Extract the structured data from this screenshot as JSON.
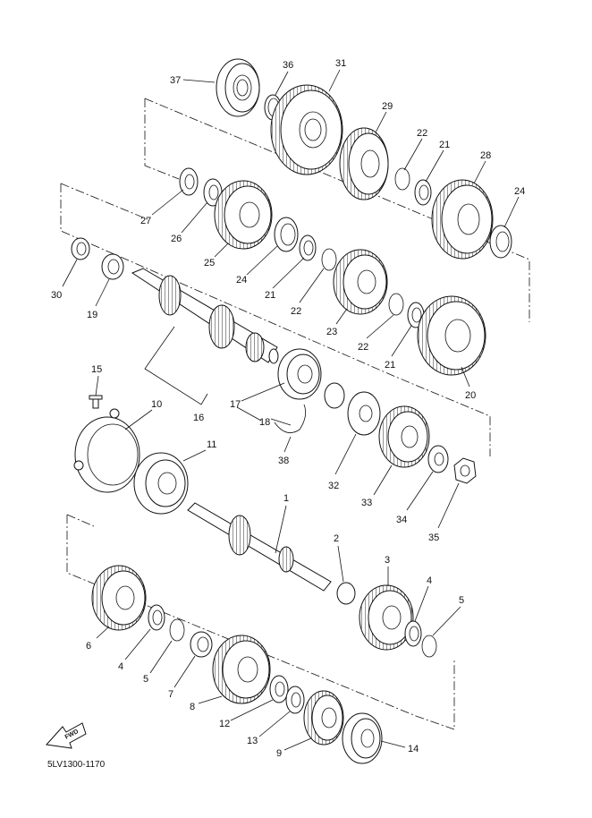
{
  "diagram": {
    "drawing_code": "5LV1300-1170",
    "fwd_label": "FWD",
    "callouts": [
      {
        "id": "37",
        "label": "37"
      },
      {
        "id": "36",
        "label": "36"
      },
      {
        "id": "31",
        "label": "31"
      },
      {
        "id": "29",
        "label": "29"
      },
      {
        "id": "22a",
        "label": "22"
      },
      {
        "id": "21a",
        "label": "21"
      },
      {
        "id": "28",
        "label": "28"
      },
      {
        "id": "24a",
        "label": "24"
      },
      {
        "id": "27",
        "label": "27"
      },
      {
        "id": "26",
        "label": "26"
      },
      {
        "id": "25",
        "label": "25"
      },
      {
        "id": "24b",
        "label": "24"
      },
      {
        "id": "21b",
        "label": "21"
      },
      {
        "id": "22b",
        "label": "22"
      },
      {
        "id": "23",
        "label": "23"
      },
      {
        "id": "22c",
        "label": "22"
      },
      {
        "id": "21c",
        "label": "21"
      },
      {
        "id": "20",
        "label": "20"
      },
      {
        "id": "30",
        "label": "30"
      },
      {
        "id": "19",
        "label": "19"
      },
      {
        "id": "17",
        "label": "17"
      },
      {
        "id": "16",
        "label": "16"
      },
      {
        "id": "18",
        "label": "18"
      },
      {
        "id": "15",
        "label": "15"
      },
      {
        "id": "10",
        "label": "10"
      },
      {
        "id": "11",
        "label": "11"
      },
      {
        "id": "38",
        "label": "38"
      },
      {
        "id": "32",
        "label": "32"
      },
      {
        "id": "33",
        "label": "33"
      },
      {
        "id": "34",
        "label": "34"
      },
      {
        "id": "35",
        "label": "35"
      },
      {
        "id": "1",
        "label": "1"
      },
      {
        "id": "2",
        "label": "2"
      },
      {
        "id": "3",
        "label": "3"
      },
      {
        "id": "4a",
        "label": "4"
      },
      {
        "id": "5a",
        "label": "5"
      },
      {
        "id": "6",
        "label": "6"
      },
      {
        "id": "4b",
        "label": "4"
      },
      {
        "id": "5b",
        "label": "5"
      },
      {
        "id": "7",
        "label": "7"
      },
      {
        "id": "8",
        "label": "8"
      },
      {
        "id": "12",
        "label": "12"
      },
      {
        "id": "13",
        "label": "13"
      },
      {
        "id": "9",
        "label": "9"
      },
      {
        "id": "14",
        "label": "14"
      }
    ]
  }
}
